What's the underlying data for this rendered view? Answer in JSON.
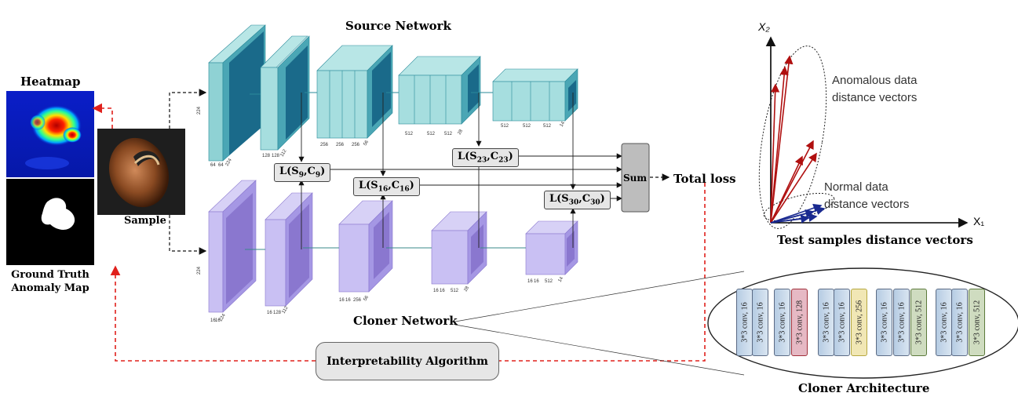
{
  "source_network": {
    "title": "Source Network",
    "dims": [
      "224",
      "64",
      "64",
      "224",
      "128",
      "128",
      "112",
      "256",
      "256",
      "256",
      "56",
      "512",
      "512",
      "512",
      "28",
      "512",
      "512",
      "512",
      "14"
    ]
  },
  "cloner_network": {
    "title": "Cloner Network",
    "dims": [
      "224",
      "16",
      "16",
      "224",
      "16",
      "128",
      "112",
      "16",
      "16",
      "256",
      "56",
      "16",
      "16",
      "512",
      "28",
      "16",
      "16",
      "512",
      "14"
    ]
  },
  "heatmap": {
    "title": "Heatmap"
  },
  "ground_truth": {
    "label_line1": "Ground Truth",
    "label_line2": "Anomaly Map"
  },
  "sample": {
    "label": "Sample"
  },
  "losses": {
    "l9": {
      "S": "S",
      "S_sub": "9",
      "C": "C",
      "C_sub": "9"
    },
    "l16": {
      "S": "S",
      "S_sub": "16",
      "C": "C",
      "C_sub": "16"
    },
    "l23": {
      "S": "S",
      "S_sub": "23",
      "C": "C",
      "C_sub": "23"
    },
    "l30": {
      "S": "S",
      "S_sub": "30",
      "C": "C",
      "C_sub": "30"
    }
  },
  "sum_label": "Sum",
  "total_loss": "Total loss",
  "interpretability": "Interpretability Algorithm",
  "plot": {
    "x_axis": "X₁",
    "y_axis": "X₂",
    "anomalous_label_line1": "Anomalous data",
    "anomalous_label_line2": "distance vectors",
    "normal_label_line1": "Normal data",
    "normal_label_line2": "distance vectors",
    "title": "Test samples distance vectors"
  },
  "cloner_architecture": {
    "title": "Cloner Architecture",
    "layers": [
      {
        "label": "3*3 conv, 16",
        "color": "blue"
      },
      {
        "label": "3*3 conv, 16",
        "color": "blue"
      },
      {
        "label": "3*3 conv, 16",
        "color": "blue"
      },
      {
        "label": "3*3 conv, 128",
        "color": "red"
      },
      {
        "label": "3*3 conv, 16",
        "color": "blue"
      },
      {
        "label": "3*3 conv, 16",
        "color": "blue"
      },
      {
        "label": "3*3 conv, 256",
        "color": "yellow"
      },
      {
        "label": "3*3 conv, 16",
        "color": "blue"
      },
      {
        "label": "3*3 conv, 16",
        "color": "blue"
      },
      {
        "label": "3*3 conv, 512",
        "color": "green"
      },
      {
        "label": "3*3 conv, 16",
        "color": "blue"
      },
      {
        "label": "3*3 conv, 16",
        "color": "blue"
      },
      {
        "label": "3*3 conv, 512",
        "color": "green"
      }
    ]
  },
  "colors": {
    "source": "#5fbfc0",
    "source_dark": "#1f6f8c",
    "cloner": "#b9b0ee",
    "cloner_dark": "#8a77cf",
    "red_dash": "#e0201c",
    "anomalous": "#b01010",
    "normal": "#1a2a90"
  }
}
